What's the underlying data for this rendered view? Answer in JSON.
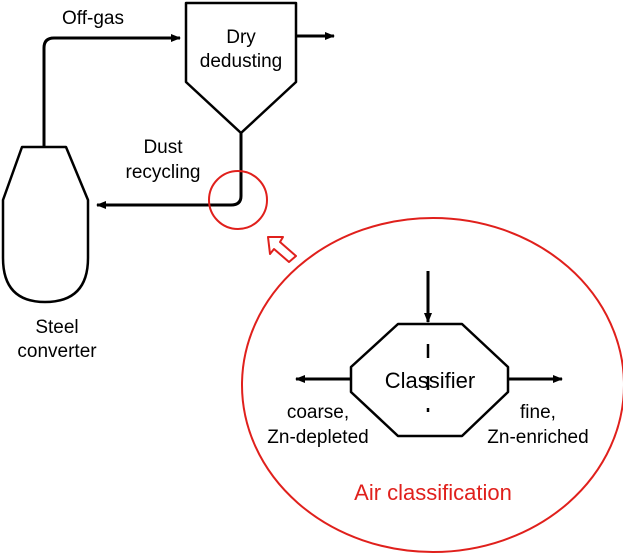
{
  "labels": {
    "off_gas": "Off-gas",
    "dry_dedusting_line1": "Dry",
    "dry_dedusting_line2": "dedusting",
    "dust_recycling_line1": "Dust",
    "dust_recycling_line2": "recycling",
    "steel_converter_line1": "Steel",
    "steel_converter_line2": "converter",
    "classifier": "Classifier",
    "coarse_line1": "coarse,",
    "coarse_line2": "Zn-depleted",
    "fine_line1": "fine,",
    "fine_line2": "Zn-enriched",
    "air_classification": "Air classification"
  },
  "colors": {
    "line": "#000000",
    "highlight": "#e0201c",
    "background": "#ffffff"
  }
}
